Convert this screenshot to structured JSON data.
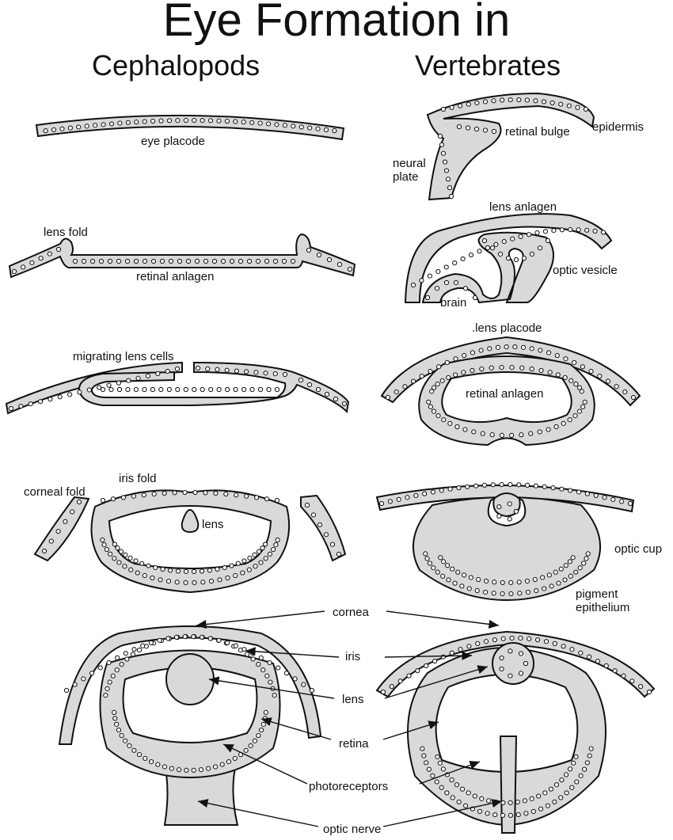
{
  "title": "Eye Formation in",
  "columns": {
    "left": "Cephalopods",
    "right": "Vertebrates"
  },
  "labels": {
    "eye_placode": "eye placode",
    "lens_fold": "lens fold",
    "retinal_anlagen_ceph": "retinal anlagen",
    "migrating_lens_cells": "migrating lens cells",
    "iris_fold": "iris fold",
    "corneal_fold": "corneal fold",
    "lens_ceph": "lens",
    "retinal_bulge": "retinal bulge",
    "epidermis": "epidermis",
    "neural_plate": "neural\nplate",
    "lens_anlagen": "lens anlagen",
    "optic_vesicle": "optic vesicle",
    "brain": "brain",
    "lens_placode": ".lens placode",
    "retinal_anlagen_vert": "retinal anlagen",
    "optic_cup": "optic cup",
    "pigment_epithelium": "pigment\nepithelium"
  },
  "shared_labels": [
    "cornea",
    "iris",
    "lens",
    "retina",
    "photoreceptors",
    "optic nerve"
  ],
  "colors": {
    "tissue": "#d9d9d9",
    "ink": "#111111"
  }
}
